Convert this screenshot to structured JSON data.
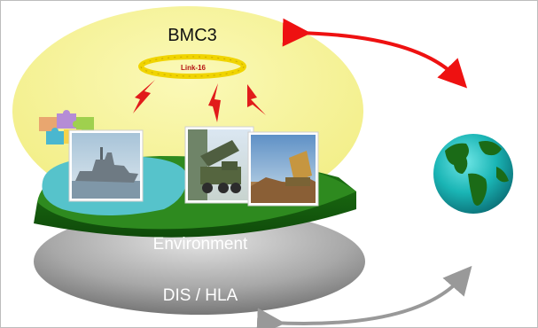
{
  "labels": {
    "bmc3": "BMC3",
    "link16": "Link-16",
    "environment": "Environment",
    "dis_hla": "DIS / HLA"
  },
  "colors": {
    "bmc3_dome": "#f8f6a0",
    "environment_layer": "#2e8a1f",
    "sea_area": "#56c3cb",
    "dis_hla_layer": "#9a9a9a",
    "data_link_ring": "#f0d400",
    "link_arrow": "#e11b1b",
    "earth_arrow": "#ee1111",
    "return_arrow": "#999999",
    "ocean": "#1ab5b5",
    "land": "#1b6b17"
  },
  "images": {
    "puzzle": "puzzle-pieces-icon",
    "ship": "frigate-photo",
    "launcher": "missile-launcher-truck-photo",
    "radar": "radar-system-photo",
    "earth": "globe-icon"
  }
}
